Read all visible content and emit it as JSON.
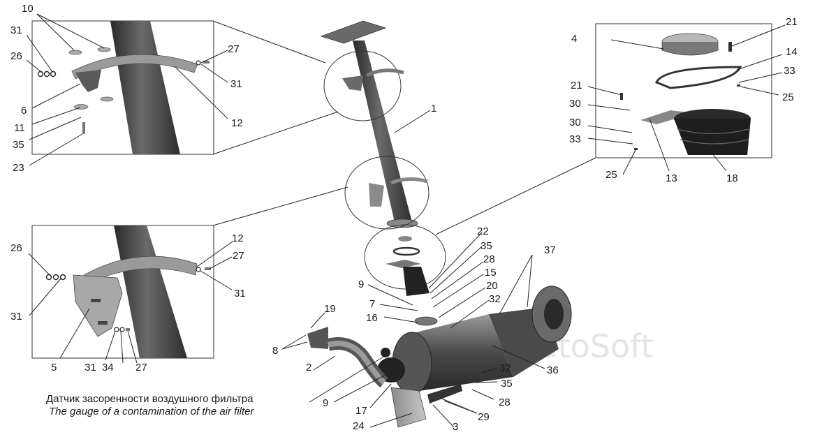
{
  "watermark": "AutoSoft",
  "caption": {
    "ru": "Датчик засоренности воздушного фильтра",
    "en": "The gauge of a contamination of  the air filter"
  },
  "labels": {
    "l1": "1",
    "l2": "2",
    "l3": "3",
    "l4": "4",
    "l5": "5",
    "l6": "6",
    "l7": "7",
    "l8": "8",
    "l9a": "9",
    "l9b": "9",
    "l10": "10",
    "l11": "11",
    "l12a": "12",
    "l12b": "12",
    "l13": "13",
    "l14": "14",
    "l15": "15",
    "l16": "16",
    "l17": "17",
    "l18": "18",
    "l19": "19",
    "l20": "20",
    "l21a": "21",
    "l21b": "21",
    "l22": "22",
    "l23": "23",
    "l24": "24",
    "l25a": "25",
    "l25b": "25",
    "l26a": "26",
    "l26b": "26",
    "l27a": "27",
    "l27b": "27",
    "l27c": "27",
    "l28a": "28",
    "l28b": "28",
    "l29": "29",
    "l30a": "30",
    "l30b": "30",
    "l31a": "31",
    "l31b": "31",
    "l31c": "31",
    "l31d": "31",
    "l31e": "31",
    "l32a": "32",
    "l32b": "32",
    "l33a": "33",
    "l33b": "33",
    "l34": "34",
    "l35a": "35",
    "l35b": "35",
    "l35c": "35",
    "l36": "36",
    "l37": "37"
  }
}
